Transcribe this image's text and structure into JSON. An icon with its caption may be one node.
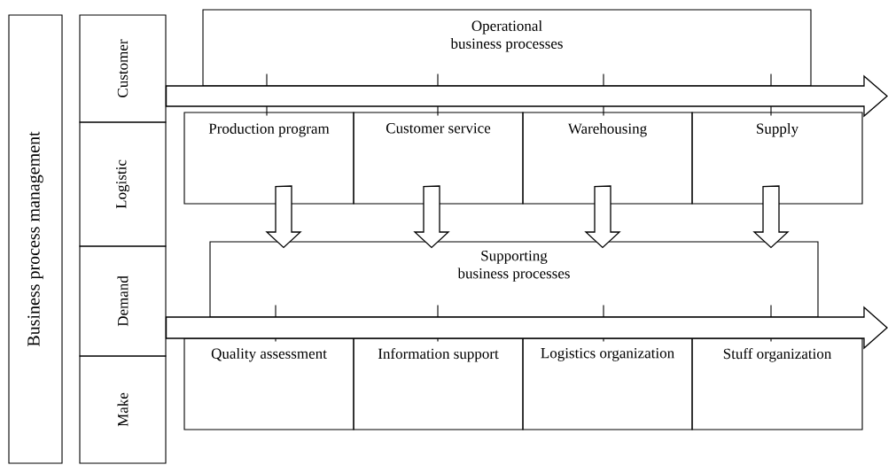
{
  "diagram": {
    "nodes": [
      {
        "text": [
          "Business process management"
        ]
      },
      {
        "text": [
          "Customer"
        ]
      },
      {
        "text": [
          "Logistic"
        ]
      },
      {
        "text": [
          "Demand"
        ]
      },
      {
        "text": [
          "Make"
        ]
      },
      {
        "text": [
          "Operational business processes"
        ]
      },
      {
        "text": [
          "Production program"
        ]
      },
      {
        "text": [
          "Customer service"
        ]
      },
      {
        "text": [
          "Warehousing"
        ]
      },
      {
        "text": [
          "Supply"
        ]
      },
      {
        "text": [
          "Supporting business processes"
        ]
      },
      {
        "text": [
          "Quality assessment"
        ]
      },
      {
        "text": [
          "Information support"
        ]
      },
      {
        "text": [
          "Logistics organization"
        ]
      },
      {
        "text": [
          "Stuff organization"
        ]
      }
    ],
    "edges": [
      {
        "from": 1,
        "to": null,
        "arrow": "to",
        "style": "thick"
      },
      {
        "from": 3,
        "to": null,
        "arrow": "to",
        "style": "thick"
      },
      {
        "from": 5,
        "to": 6,
        "arrow": "none"
      },
      {
        "from": 5,
        "to": 7,
        "arrow": "none"
      },
      {
        "from": 5,
        "to": 8,
        "arrow": "none"
      },
      {
        "from": 5,
        "to": 9,
        "arrow": "none"
      },
      {
        "from": 6,
        "to": 10,
        "arrow": "to",
        "style": "thick"
      },
      {
        "from": 7,
        "to": 10,
        "arrow": "to",
        "style": "thick"
      },
      {
        "from": 8,
        "to": 10,
        "arrow": "to",
        "style": "thick"
      },
      {
        "from": 9,
        "to": 10,
        "arrow": "to",
        "style": "thick"
      },
      {
        "from": 10,
        "to": 11,
        "arrow": "none"
      },
      {
        "from": 10,
        "to": 12,
        "arrow": "none"
      },
      {
        "from": 10,
        "to": 13,
        "arrow": "none"
      },
      {
        "from": 10,
        "to": 14,
        "arrow": "none"
      }
    ]
  }
}
